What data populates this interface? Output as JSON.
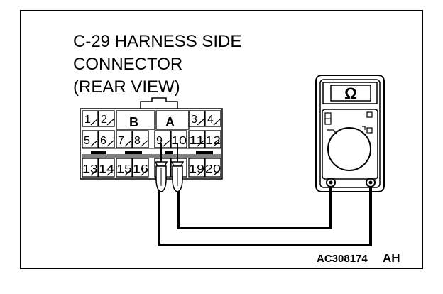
{
  "title_lines": [
    "C-29 HARNESS SIDE",
    "CONNECTOR",
    "(REAR VIEW)"
  ],
  "connector": {
    "cavity_labels": [
      "B",
      "A"
    ],
    "row1_pins": [
      "1",
      "2",
      "3",
      "4"
    ],
    "row2_pins": [
      "5",
      "6",
      "7",
      "8",
      "9",
      "10",
      "11",
      "12"
    ],
    "row3_pins": [
      "13",
      "14",
      "15",
      "16",
      "",
      "",
      "19",
      "20"
    ]
  },
  "meter": {
    "display": "Ω"
  },
  "figure": {
    "reference_code": "AC308174",
    "suffix": "AH"
  }
}
